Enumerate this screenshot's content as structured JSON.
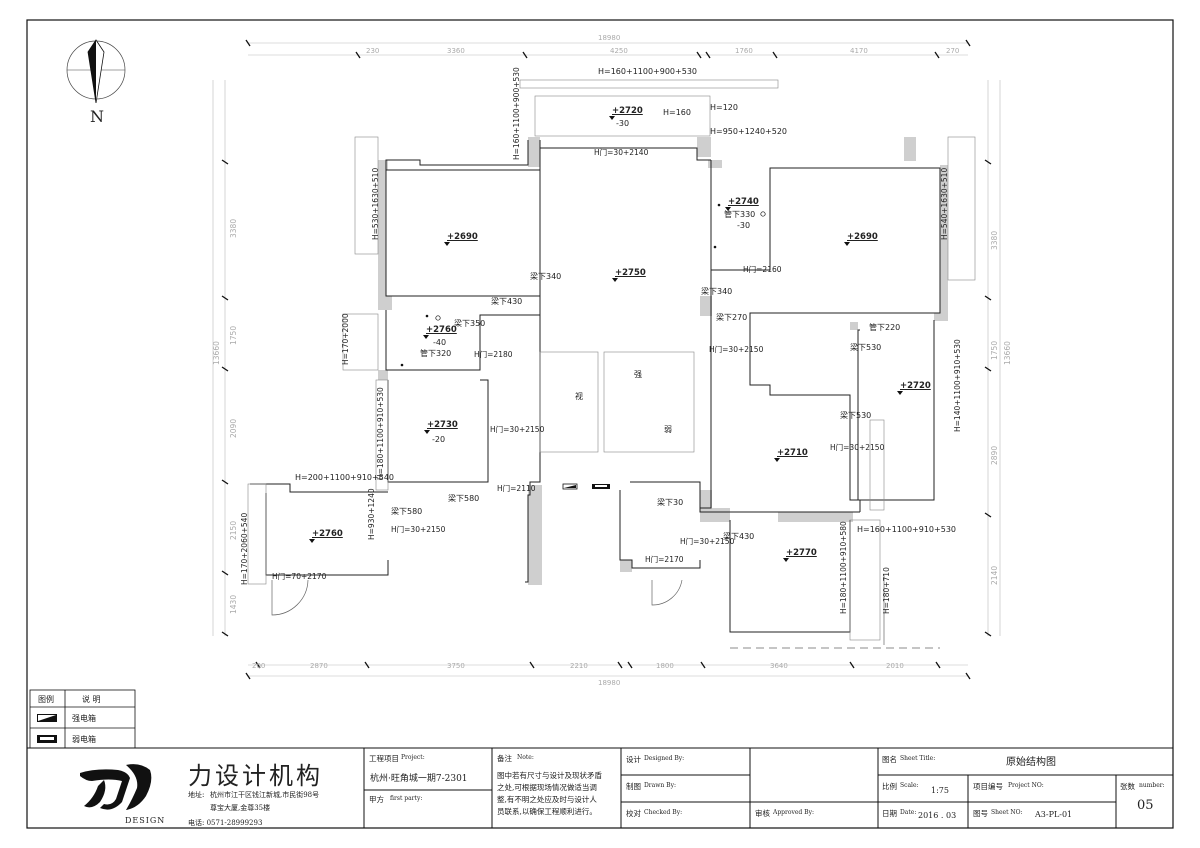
{
  "north": {
    "label": "N"
  },
  "dimensions": {
    "top_total": "18980",
    "top_segments": [
      "230",
      "3360",
      "4250",
      "1760",
      "4170",
      "270"
    ],
    "bottom_total": "18980",
    "bottom_segments": [
      "200",
      "2870",
      "3750",
      "2210",
      "1800",
      "3640",
      "2010"
    ],
    "left_segments": [
      "3380",
      "1750",
      "2090",
      "2150",
      "1430",
      "13660"
    ],
    "right_segments": [
      "3380",
      "1750",
      "2890",
      "2140",
      "13660"
    ]
  },
  "rooms": [
    {
      "elev": "+2720",
      "sub": "-30"
    },
    {
      "elev": "+2740",
      "sub": "-30"
    },
    {
      "elev": "+2690",
      "sub": ""
    },
    {
      "elev": "+2750",
      "sub": ""
    },
    {
      "elev": "+2690",
      "sub": ""
    },
    {
      "elev": "+2760",
      "sub": "-40"
    },
    {
      "elev": "+2720",
      "sub": ""
    },
    {
      "elev": "+2730",
      "sub": "-20"
    },
    {
      "elev": "+2710",
      "sub": ""
    },
    {
      "elev": "+2760",
      "sub": ""
    },
    {
      "elev": "+2770",
      "sub": ""
    }
  ],
  "labels": {
    "win_top": "H=160+1100+900+530",
    "h160": "H=160",
    "h120": "H=120",
    "win_950": "H=950+1240+520",
    "pipe330": "管下330",
    "beam340_l": "梁下340",
    "beam340_r": "梁下340",
    "beam430_a": "梁下430",
    "beam350": "梁下350",
    "pipe320": "管下320",
    "beam270": "梁下270",
    "pipe220": "管下220",
    "beam530_a": "梁下530",
    "beam530_b": "梁下530",
    "beam580_a": "梁下580",
    "beam580_b": "梁下580",
    "beam30": "梁下30",
    "beam430_b": "梁下430",
    "win_200": "H=200+1100+910+540",
    "win_160b": "H=160+1100+910+530",
    "door_2140": "H门=30+2140",
    "door_2160": "H门=2160",
    "door_2180": "H门=2180",
    "door_2150a": "H门=30+2150",
    "door_2150b": "H门=30+2150",
    "door_2150c": "H门=30+2150",
    "door_2150d": "H门=30+2150",
    "door_2150e": "H门=30+2150",
    "door_2110": "H门=2110",
    "door_2170": "H门=2170",
    "door_70": "H门=70+2170",
    "h930": "H=930+1240",
    "v_win_left1": "H=160+1100+900+530",
    "v_win_left2": "H=530+1630+510",
    "v_win_left3": "H=170+2000",
    "v_win_left4": "H=180+1100+910+530",
    "v_win_left5": "H=170+2060+540",
    "v_win_right1": "H=540+1630+510",
    "v_win_right2": "H=140+1100+910+530",
    "v_win_3": "H=180+1100+910+580",
    "v_win_4": "H=180+710",
    "tv": "视",
    "strong": "强",
    "weak": "弱"
  },
  "legend": {
    "title_left": "图例",
    "title_right": "说  明",
    "items": [
      {
        "icon": "strong-box-icon",
        "text": "强电箱"
      },
      {
        "icon": "weak-box-icon",
        "text": "弱电箱"
      }
    ]
  },
  "title_block": {
    "company": "力设计机构",
    "logo_sub": "DESIGN",
    "address_label": "地址:",
    "address1": "杭州市江干区钱江新城,市民街98号",
    "address2": "尊宝大厦,金尊35楼",
    "phone": "电话: 0571-28999293",
    "project_label": "工程项目",
    "project_label_en": "Project:",
    "project_value": "杭州·旺角城一期7-2301",
    "client_label": "甲方",
    "client_label_en": "first party:",
    "notes_label": "备注",
    "notes_label_en": "Note:",
    "notes_text": [
      "图中若有尺寸与设计及现状矛盾",
      "之处,可根据现场情况做适当调",
      "整,有不明之处应及时与设计人",
      "员联系,以确保工程顺利进行。"
    ],
    "design_label": "设计",
    "design_en": "Designed By:",
    "drawn_label": "制图",
    "drawn_en": "Drawn By:",
    "checked_label": "校对",
    "checked_en": "Checked By:",
    "approved_label": "审核",
    "approved_en": "Approved By:",
    "sheet_title_label": "图名",
    "sheet_title_en": "Sheet Title:",
    "sheet_title": "原始结构图",
    "scale_label": "比例",
    "scale_en": "Scale:",
    "scale_value": "1:75",
    "proj_no_label": "项目编号",
    "proj_no_en": "Project NO:",
    "sheet_count_label": "张数",
    "sheet_count_en": "number:",
    "sheet_count": "05",
    "date_label": "日期",
    "date_en": "Date:",
    "date_value": "2016 . 03",
    "sheet_no_label": "图号",
    "sheet_no_en": "Sheet NO:",
    "sheet_no": "A3-PL-01"
  }
}
